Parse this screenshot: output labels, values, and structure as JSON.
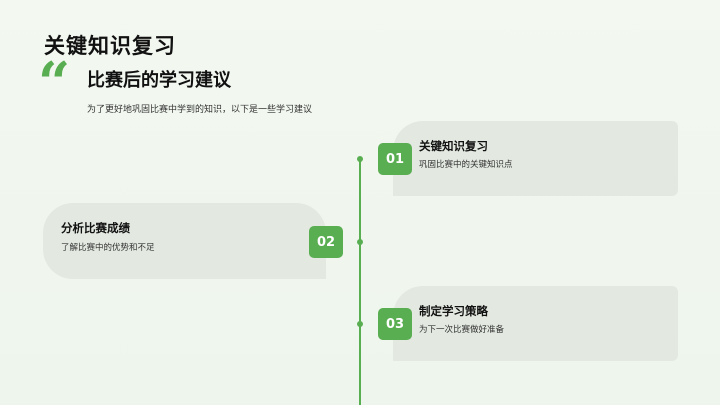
{
  "slide": {
    "title": "关键知识复习",
    "quote_glyph": "“",
    "subtitle": "比赛后的学习建议",
    "description": "为了更好地巩固比赛中学到的知识，以下是一些学习建议"
  },
  "timeline": {
    "items": [
      {
        "number": "01",
        "title": "关键知识复习",
        "desc": "巩固比赛中的关键知识点"
      },
      {
        "number": "02",
        "title": "分析比赛成绩",
        "desc": "了解比赛中的优势和不足"
      },
      {
        "number": "03",
        "title": "制定学习策略",
        "desc": "为下一次比赛做好准备"
      }
    ]
  },
  "colors": {
    "accent": "#5aae52",
    "card": "#e3e9e1",
    "background": "#f0f6ee"
  }
}
